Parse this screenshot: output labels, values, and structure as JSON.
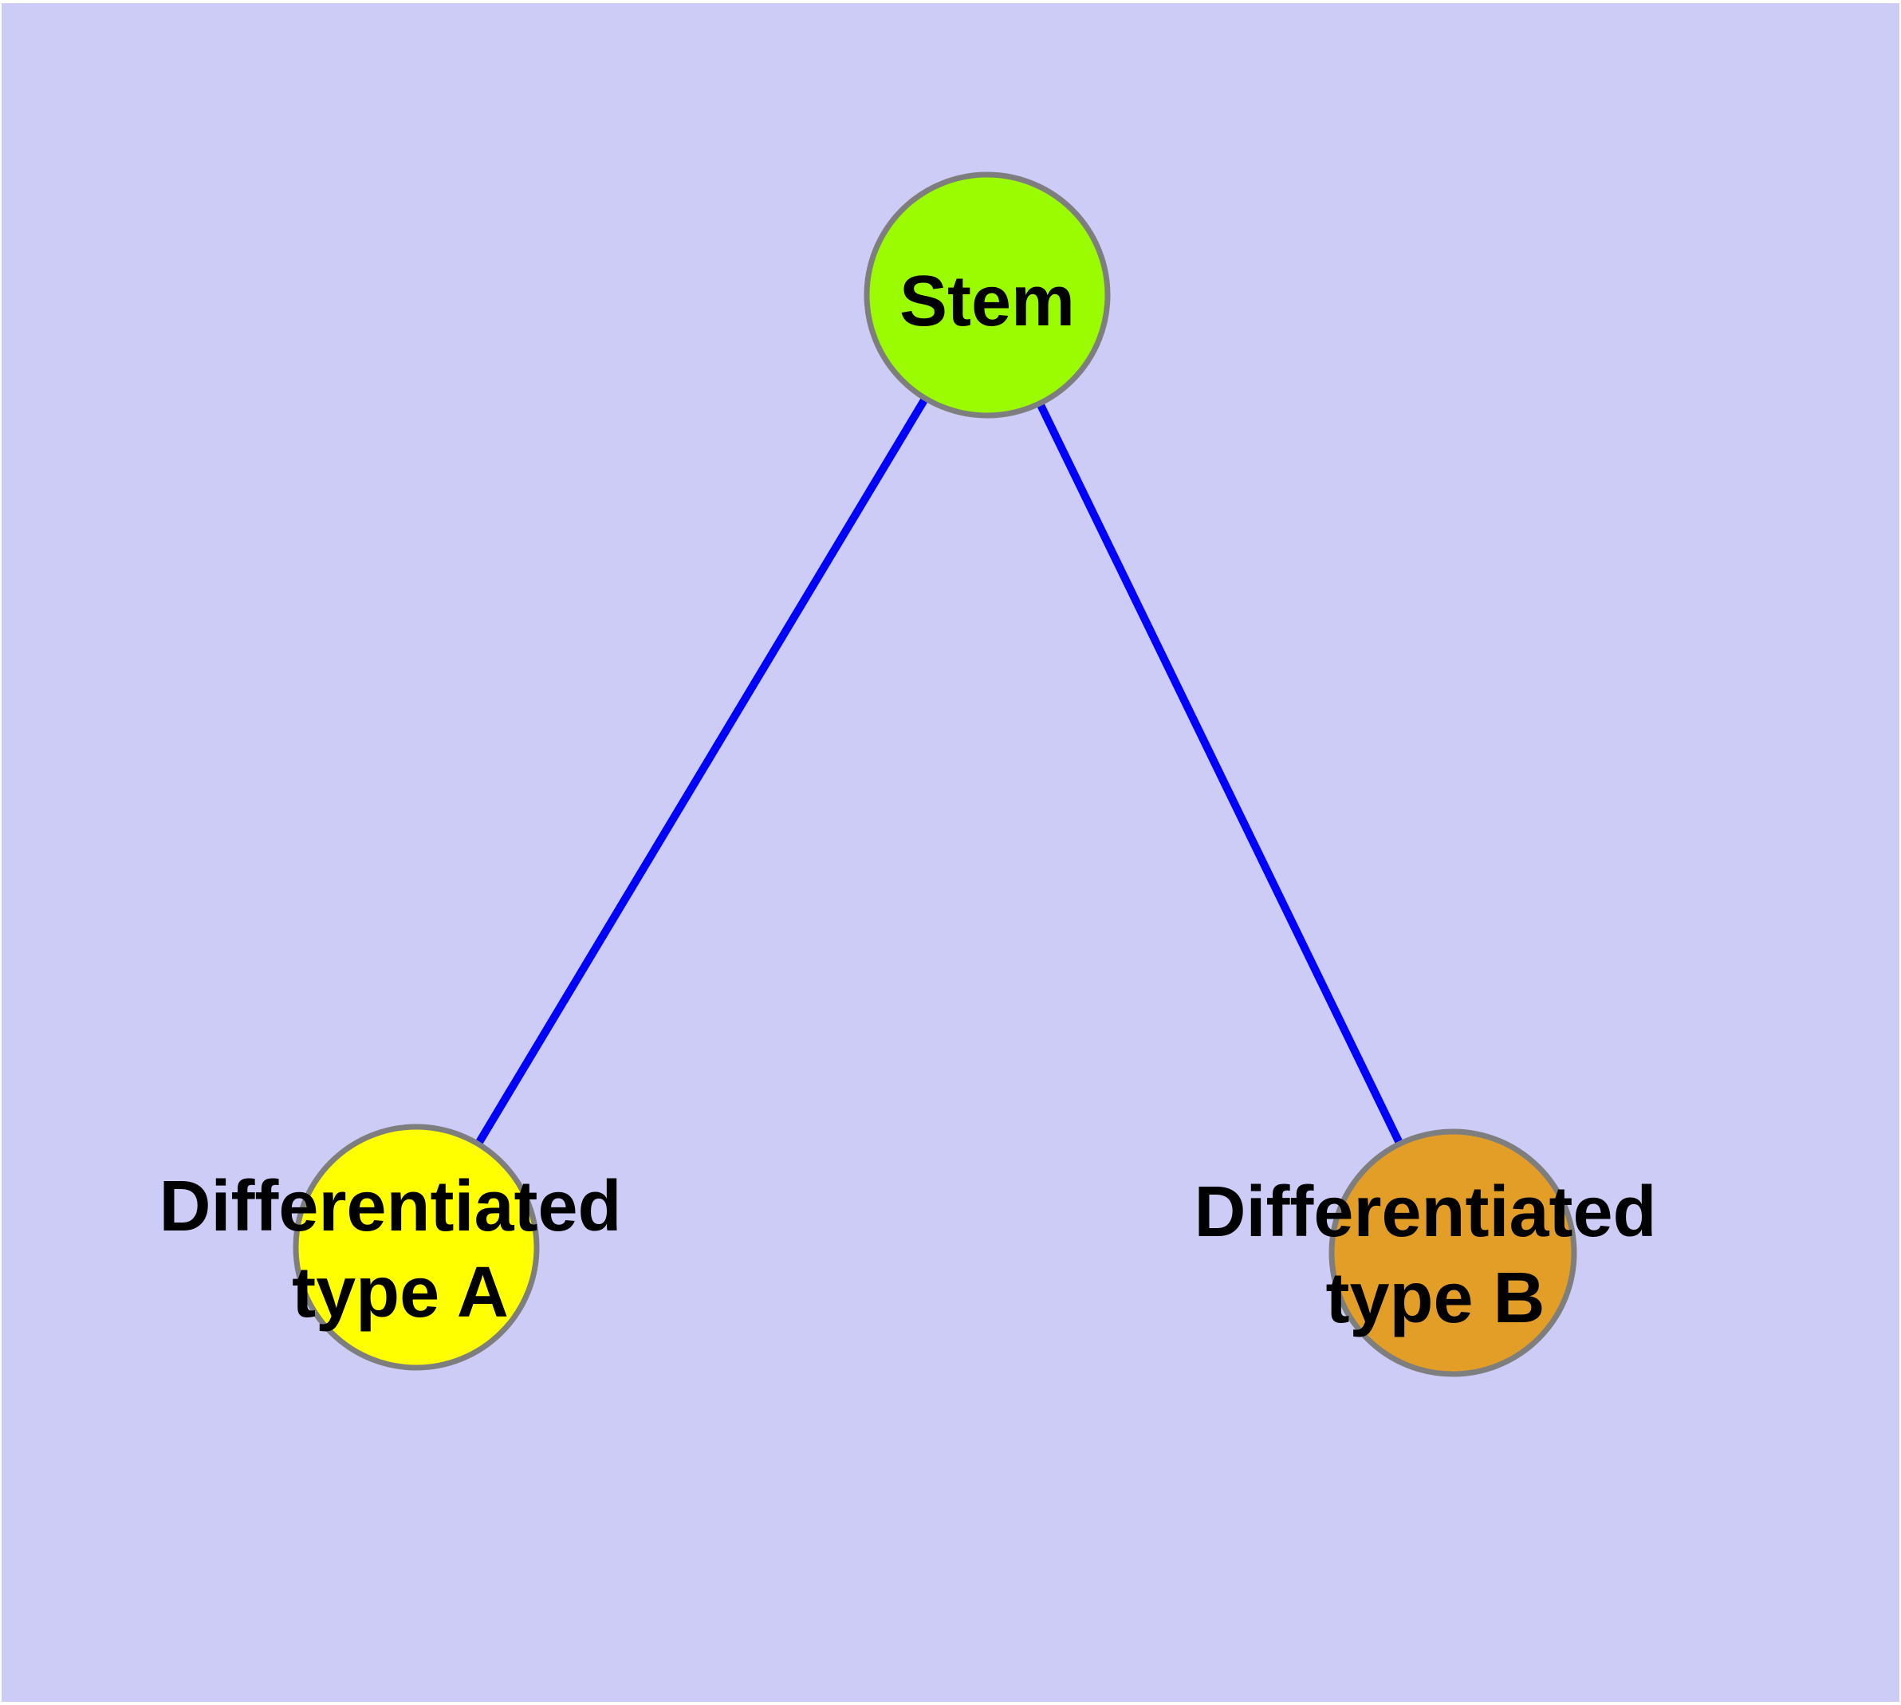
{
  "diagram": {
    "background_color": "#ccccf6",
    "margin_color": "#ffffff",
    "edge_color": "#0000ff",
    "node_border_color": "#7e7e7e",
    "label_color": "#000000",
    "nodes": [
      {
        "id": "stem",
        "label": "Stem",
        "lines": [
          "Stem"
        ],
        "fill": "#9bfb00"
      },
      {
        "id": "differentiated-type-a",
        "label": "Differentiated type A",
        "lines": [
          "Differentiated",
          "type A"
        ],
        "fill": "#ffff00"
      },
      {
        "id": "differentiated-type-b",
        "label": "Differentiated type B",
        "lines": [
          "Differentiated",
          "type B"
        ],
        "fill": "#e29e27"
      }
    ],
    "edges": [
      {
        "from": "Stem",
        "to": "Differentiated type A"
      },
      {
        "from": "Stem",
        "to": "Differentiated type B"
      }
    ]
  }
}
